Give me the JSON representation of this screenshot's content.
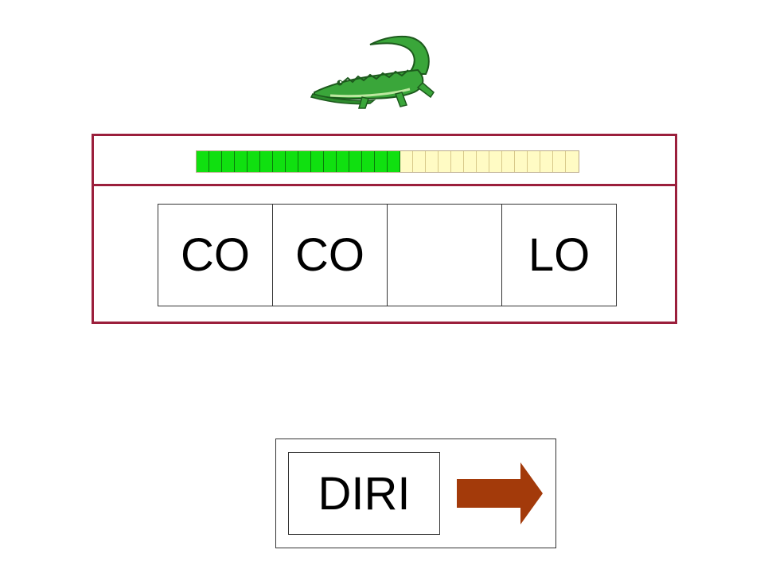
{
  "target_word_image": {
    "icon": "crocodile-icon",
    "color": "#3aa63a"
  },
  "progress": {
    "completed": 16,
    "total": 30,
    "done_color": "#10e010",
    "todo_color": "#fffbc4"
  },
  "syllables": [
    {
      "text": "CO"
    },
    {
      "text": "CO"
    },
    {
      "text": ""
    },
    {
      "text": "LO"
    }
  ],
  "answer": {
    "option_text": "DIRI",
    "next_icon": "right-arrow-icon",
    "arrow_color": "#a33a0a"
  },
  "colors": {
    "frame": "#9b1f3c"
  }
}
